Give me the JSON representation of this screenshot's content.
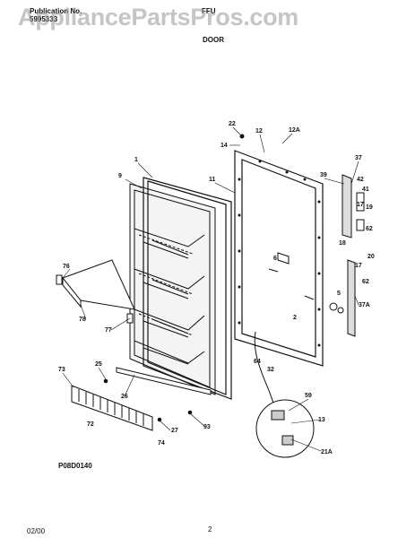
{
  "header": {
    "pub_label": "Publication No.",
    "pub_number": "5995333",
    "model": "FFU",
    "section": "DOOR"
  },
  "watermark": "AppliancePartsPros.com",
  "footer": {
    "date": "02/00",
    "page": "2",
    "diagram_code": "P08D0140"
  },
  "callouts": [
    "22",
    "12",
    "12A",
    "14",
    "1",
    "9",
    "11",
    "39",
    "37",
    "42",
    "41",
    "17",
    "19",
    "62",
    "18",
    "20",
    "76",
    "78",
    "77",
    "6",
    "5",
    "2",
    "37A",
    "64",
    "32",
    "73",
    "25",
    "26",
    "72",
    "27",
    "93",
    "74",
    "59",
    "13",
    "21A",
    "17",
    "62"
  ]
}
